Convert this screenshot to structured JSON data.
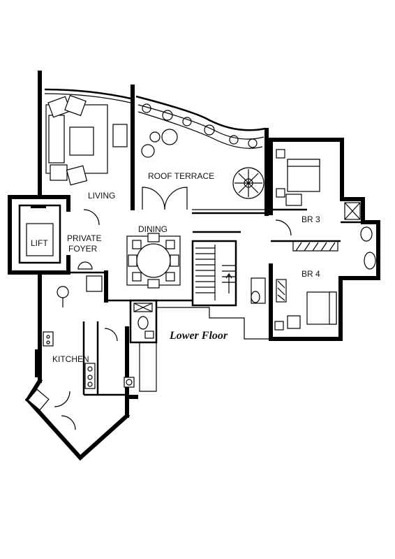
{
  "labels": {
    "living": "LIVING",
    "roof_terrace": "ROOF TERRACE",
    "br3": "BR 3",
    "dining": "DINING",
    "lift": "LIFT",
    "private_foyer_1": "PRIVATE",
    "private_foyer_2": "FOYER",
    "br4": "BR 4",
    "lower_floor": "Lower Floor",
    "kitchen": "KITCHEN"
  }
}
